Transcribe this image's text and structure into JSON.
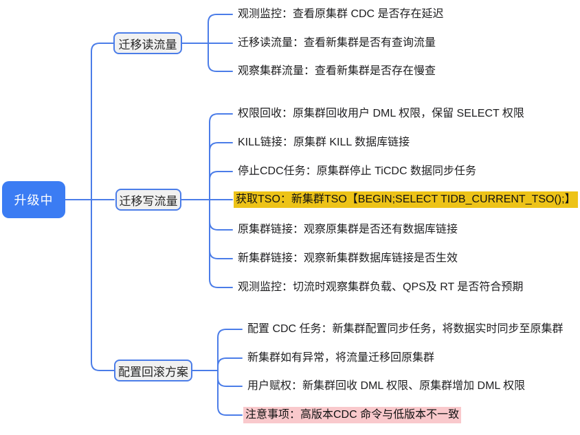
{
  "diagram": {
    "type": "mindmap",
    "title": "升级中",
    "colors": {
      "line_blue": "#4a7ce8",
      "root_bg": "#3b7cf3",
      "root_text": "#ffffff",
      "branch_bg": "#f1f1f1",
      "branch_border": "#4a7ce8",
      "leaf_text": "#1d1d1f",
      "highlight_yellow": "#edc318",
      "highlight_pink": "#f9c9cc"
    },
    "root": {
      "label": "升级中"
    },
    "branches": [
      {
        "label": "迁移读流量",
        "children": [
          {
            "text": "观测监控：查看原集群 CDC 是否存在延迟"
          },
          {
            "text": "迁移读流量：查看新集群是否有查询流量"
          },
          {
            "text": "观察集群流量：查看新集群是否存在慢查"
          }
        ]
      },
      {
        "label": "迁移写流量",
        "children": [
          {
            "text": "权限回收：原集群回收用户 DML 权限，保留 SELECT 权限"
          },
          {
            "text": "KILL链接：原集群 KILL 数据库链接"
          },
          {
            "text": "停止CDC任务：原集群停止 TiCDC 数据同步任务"
          },
          {
            "text": "获取TSO：新集群TSO【BEGIN;SELECT TIDB_CURRENT_TSO();】",
            "highlight": "yellow"
          },
          {
            "text": "原集群链接：观察原集群是否还有数据库链接"
          },
          {
            "text": "新集群链接：观察新集群数据库链接是否生效"
          },
          {
            "text": "观测监控：切流时观察集群负载、QPS及 RT 是否符合预期"
          }
        ]
      },
      {
        "label": "配置回滚方案",
        "children": [
          {
            "text": "配置 CDC 任务：新集群配置同步任务，将数据实时同步至原集群"
          },
          {
            "text": "新集群如有异常，将流量迁移回原集群"
          },
          {
            "text": "用户赋权：新集群回收 DML 权限、原集群增加 DML 权限"
          },
          {
            "text": "注意事项：高版本CDC 命令与低版本不一致",
            "highlight": "pink"
          }
        ]
      }
    ]
  }
}
